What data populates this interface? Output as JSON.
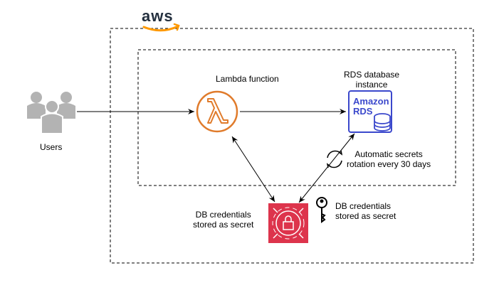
{
  "brand": {
    "logo_text": "aws",
    "smile_color": "#ff9900",
    "text_color": "#232f3e"
  },
  "users": {
    "label": "Users",
    "icon": "users-icon"
  },
  "lambda": {
    "label": "Lambda function",
    "icon": "lambda-icon",
    "color": "#e07b2b"
  },
  "rds": {
    "label_line1": "RDS database",
    "label_line2": "instance",
    "icon_text_line1": "Amazon",
    "icon_text_line2": "RDS",
    "color": "#3b48cc"
  },
  "secrets_manager": {
    "label_line1": "DB credentials",
    "label_line2": "stored as secret",
    "icon": "secrets-manager-icon",
    "color": "#dd344c"
  },
  "key_note": {
    "label_line1": "DB credentials",
    "label_line2": "stored as secret",
    "icon": "key-icon"
  },
  "rotation": {
    "label_line1": "Automatic secrets",
    "label_line2": "rotation every 30 days",
    "icon": "rotation-icon"
  }
}
